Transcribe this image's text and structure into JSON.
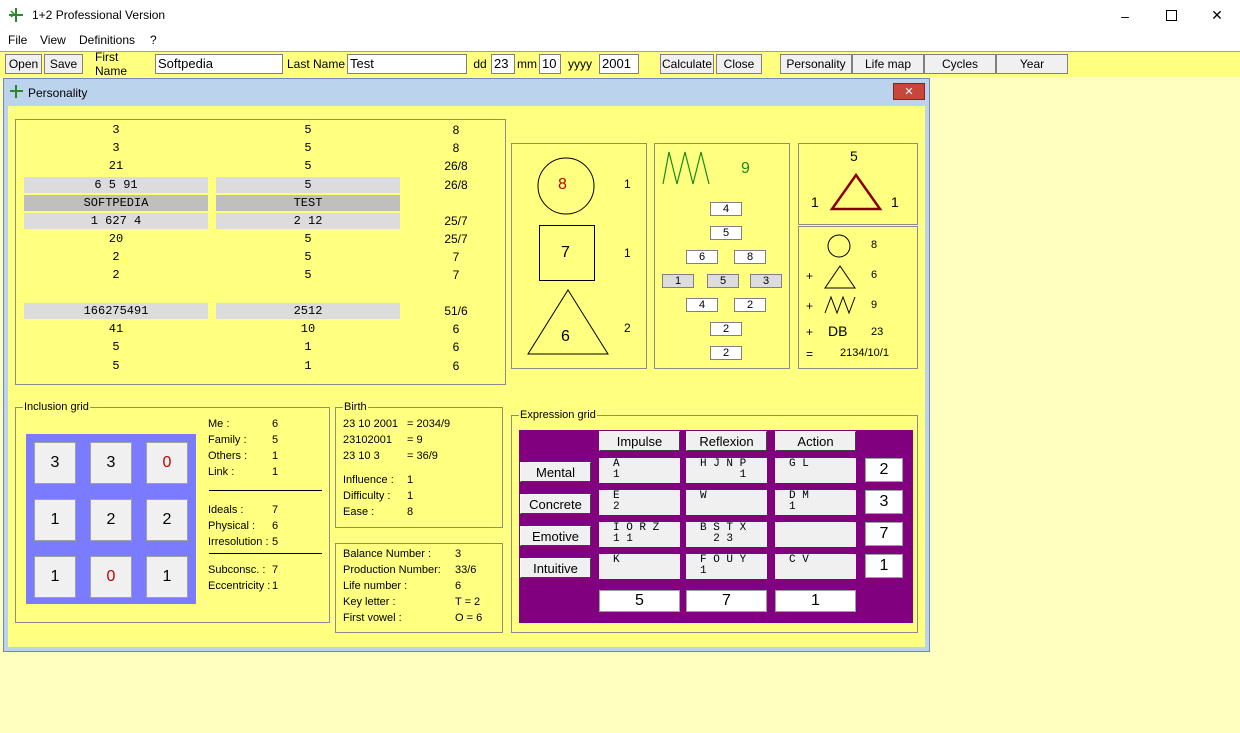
{
  "app": {
    "title": "1+2 Professional Version"
  },
  "menu": [
    "File",
    "View",
    "Definitions",
    "?"
  ],
  "toolbar": {
    "open": "Open",
    "save": "Save",
    "first_name_label": "First Name",
    "first_name_value": "Softpedia",
    "last_name_label": "Last Name",
    "last_name_value": "Test",
    "dd_label": "dd",
    "dd_value": "23",
    "mm_label": "mm",
    "mm_value": "10",
    "yyyy_label": "yyyy",
    "yyyy_value": "2001",
    "calculate": "Calculate",
    "close": "Close",
    "personality": "Personality",
    "life_map": "Life map",
    "cycles": "Cycles",
    "year": "Year"
  },
  "child": {
    "title": "Personality",
    "numbers": {
      "rows": [
        [
          "3",
          "5",
          "8"
        ],
        [
          "3",
          "5",
          "8"
        ],
        [
          "21",
          "5",
          "26/8"
        ],
        [
          "6   5 91",
          "5",
          "26/8"
        ],
        [
          "SOFTPEDIA",
          "TEST",
          ""
        ],
        [
          "1 627 4",
          "2 12",
          "25/7"
        ],
        [
          "20",
          "5",
          "25/7"
        ],
        [
          "2",
          "5",
          "7"
        ],
        [
          "2",
          "5",
          "7"
        ],
        [
          "166275491",
          "2512",
          "51/6"
        ],
        [
          "41",
          "10",
          "6"
        ],
        [
          "5",
          "1",
          "6"
        ],
        [
          "5",
          "1",
          "6"
        ]
      ]
    },
    "shapes": {
      "circle_value": "8",
      "circle_count": "1",
      "square_value": "7",
      "square_count": "1",
      "triangle_value": "6",
      "triangle_count": "2"
    },
    "zigzag": {
      "value": "9",
      "boxes": [
        "4",
        "5",
        "6",
        "8",
        "1",
        "5",
        "3",
        "4",
        "2",
        "2",
        "2"
      ]
    },
    "triangle_top": {
      "top": "5",
      "left": "1",
      "right": "1"
    },
    "summary": {
      "circle": "8",
      "triangle": "6",
      "zigzag": "9",
      "db_label": "DB",
      "db": "23",
      "result": "2134/10/1",
      "plus": "+",
      "eq": "="
    },
    "inclusion": {
      "title": "Inclusion grid",
      "grid": [
        "3",
        "3",
        "0",
        "1",
        "2",
        "2",
        "1",
        "0",
        "1"
      ],
      "stats": [
        [
          "Me :",
          "6"
        ],
        [
          "Family :",
          "5"
        ],
        [
          "Others :",
          "1"
        ],
        [
          "Link :",
          "1"
        ]
      ],
      "stats2": [
        [
          "Ideals :",
          "7"
        ],
        [
          "Physical :",
          "6"
        ],
        [
          "Irresolution :",
          "5"
        ]
      ],
      "stats3": [
        [
          "Subconsc. :",
          "7"
        ],
        [
          "Eccentricity :",
          "1"
        ]
      ]
    },
    "birth": {
      "title": "Birth",
      "lines": [
        [
          "23 10 2001",
          "= 2034/9"
        ],
        [
          "23102001",
          "= 9"
        ],
        [
          "23 10 3",
          "= 36/9"
        ]
      ],
      "extra": [
        [
          "Influence :",
          "1"
        ],
        [
          "Difficulty :",
          "1"
        ],
        [
          "Ease :",
          "8"
        ]
      ]
    },
    "balance": [
      [
        "Balance Number :",
        "3"
      ],
      [
        "Production Number:",
        "33/6"
      ],
      [
        "Life number :",
        "6"
      ],
      [
        "Key letter :",
        "T = 2"
      ],
      [
        "First vowel :",
        "O = 6"
      ]
    ],
    "expression": {
      "title": "Expression grid",
      "cols": [
        "Impulse",
        "Reflexion",
        "Action"
      ],
      "rows": [
        "Mental",
        "Concrete",
        "Emotive",
        "Intuitive"
      ],
      "cells": [
        [
          "A\n1",
          "H J N P\n      1",
          "G L"
        ],
        [
          "E\n2",
          "W",
          "D M\n1"
        ],
        [
          "I O R Z\n1 1",
          "B S T X\n  2 3",
          ""
        ],
        [
          "K",
          "F O U Y\n1",
          "C V"
        ]
      ],
      "row_totals": [
        "2",
        "3",
        "7",
        "1"
      ],
      "col_totals": [
        "5",
        "7",
        "1"
      ]
    }
  }
}
